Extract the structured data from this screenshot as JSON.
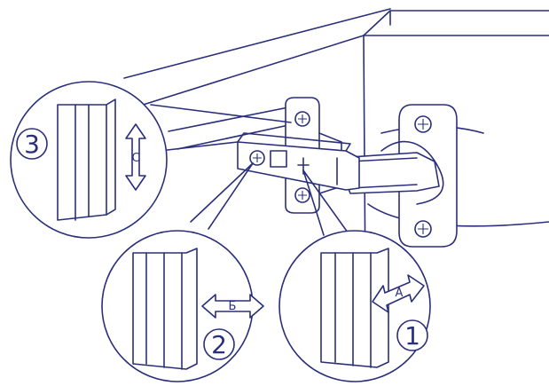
{
  "colors": {
    "ink": "#2a2f7a",
    "paper": "#ffffff"
  },
  "callouts": [
    {
      "number": "3",
      "letter": "C",
      "direction": "vertical"
    },
    {
      "number": "2",
      "letter": "Б",
      "direction": "horizontal"
    },
    {
      "number": "1",
      "letter": "A",
      "direction": "diagonal"
    }
  ]
}
